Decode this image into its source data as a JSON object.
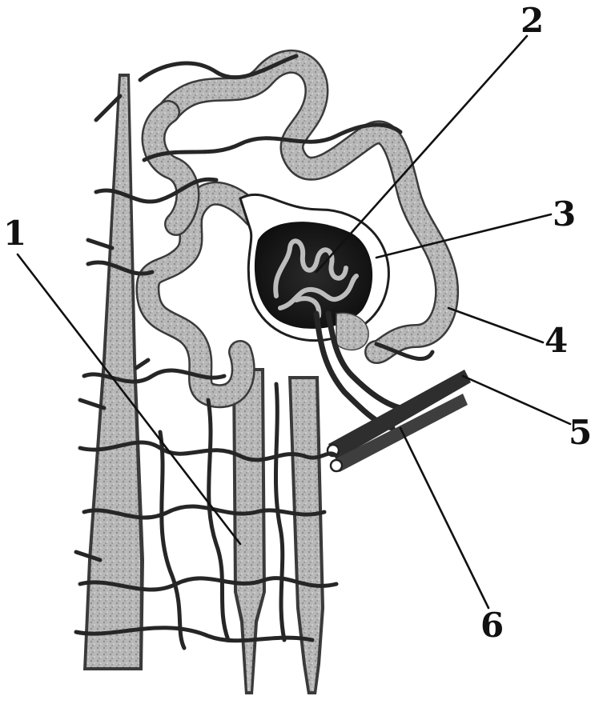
{
  "figure": {
    "labels": [
      {
        "id": "1",
        "text": "1"
      },
      {
        "id": "2",
        "text": "2"
      },
      {
        "id": "3",
        "text": "3"
      },
      {
        "id": "4",
        "text": "4"
      },
      {
        "id": "5",
        "text": "5"
      },
      {
        "id": "6",
        "text": "6"
      }
    ]
  },
  "colors": {
    "tubule": "#b5b5b5",
    "vessel": "#262626",
    "capsule": "#1c1c1c",
    "background": "#ffffff"
  }
}
